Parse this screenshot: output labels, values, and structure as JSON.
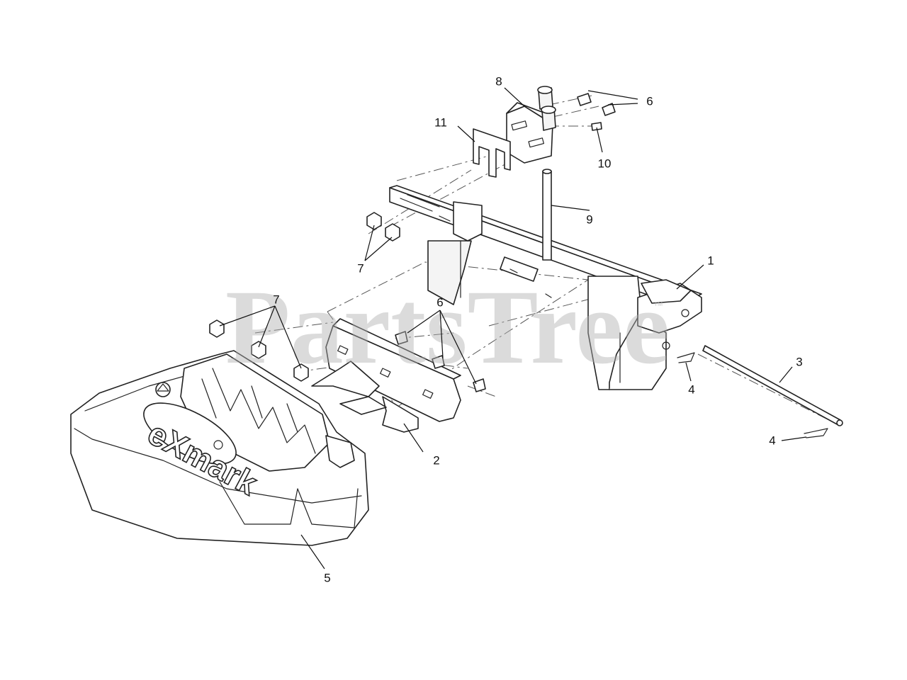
{
  "watermark": {
    "text": "PartsTree",
    "trademark": "™"
  },
  "deck_brand": "eXmark",
  "callouts": {
    "c1": "1",
    "c2": "2",
    "c3": "3",
    "c4a": "4",
    "c4b": "4",
    "c5": "5",
    "c6a": "6",
    "c6b": "6",
    "c7a": "7",
    "c7b": "7",
    "c8": "8",
    "c9": "9",
    "c10": "10",
    "c11": "11"
  }
}
